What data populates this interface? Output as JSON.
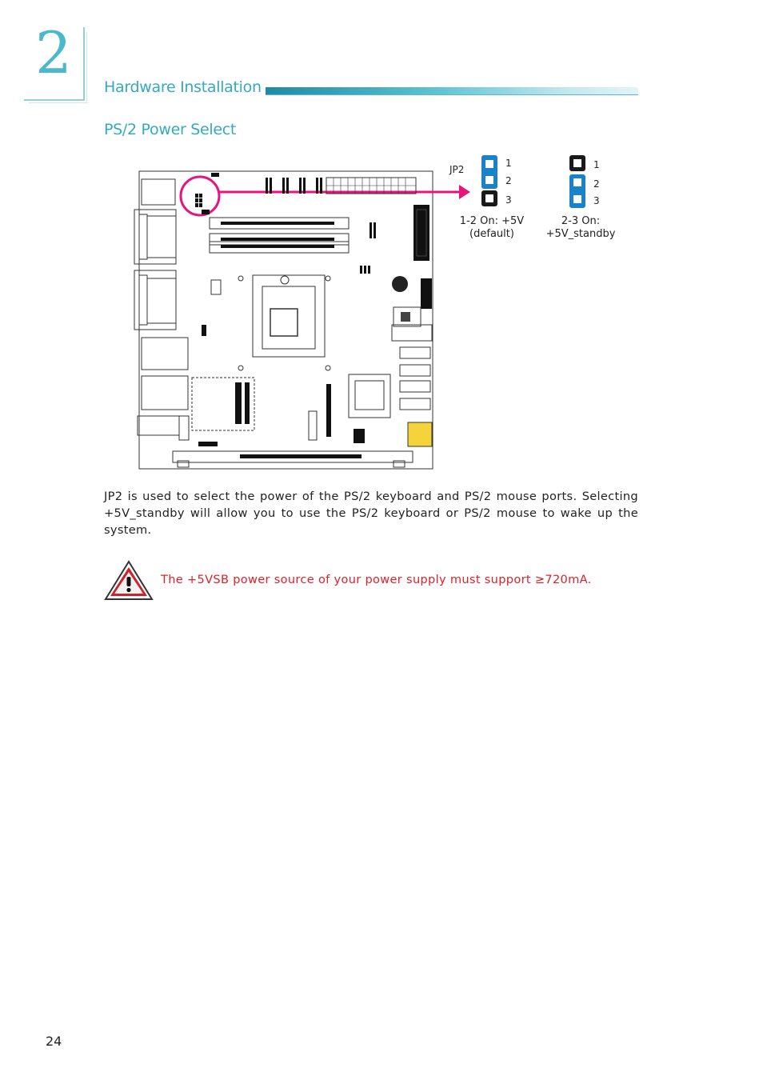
{
  "chapter": {
    "number": "2",
    "section_title": "Hardware Installation"
  },
  "subsection_title": "PS/2 Power Select",
  "diagram": {
    "jumper_label": "JP2",
    "pin_numbers": [
      "1",
      "2",
      "3"
    ],
    "setting_1": {
      "line1": "1-2 On: +5V",
      "line2": "(default)"
    },
    "setting_2": {
      "line1": "2-3 On:",
      "line2": "+5V_standby"
    },
    "colors": {
      "highlight": "#e6147f",
      "jumper_cap": "#1a82c8",
      "pin": "#1a1a1a"
    }
  },
  "body_text": "JP2 is used to select the power of the PS/2 keyboard and PS/2 mouse ports. Selecting +5V_standby will allow you to use the PS/2 keyboard or PS/2 mouse to wake up the system.",
  "caution": {
    "icon": "warning-triangle-icon",
    "text": "The +5VSB power source of your power supply must support ≥720mA.",
    "color": "#e0202a"
  },
  "page_number": "24"
}
